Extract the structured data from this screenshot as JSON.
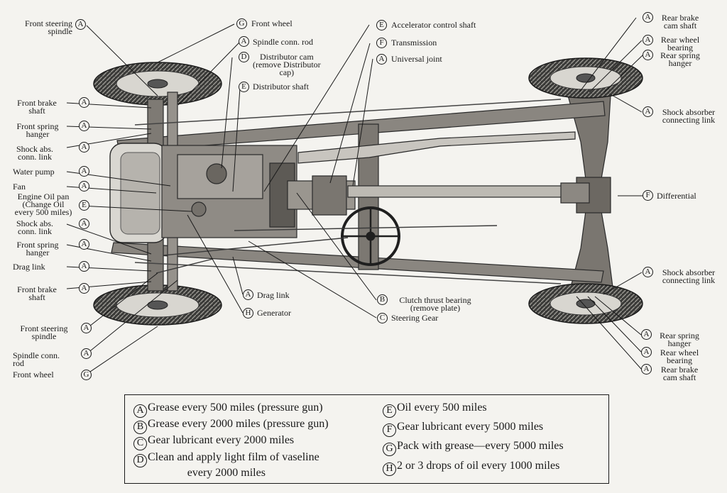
{
  "labels": {
    "front_steering_spindle_top": {
      "text": "Front steering\nspindle",
      "code": "A"
    },
    "front_wheel_top": {
      "text": "Front wheel",
      "code": "G"
    },
    "spindle_conn_rod_top": {
      "text": "Spindle conn. rod",
      "code": "A"
    },
    "distributor_cam": {
      "text": "Distributor cam\n(remove Distributor\ncap)",
      "code": "D"
    },
    "distributor_shaft": {
      "text": "Distributor shaft",
      "code": "E"
    },
    "accelerator_control_shaft": {
      "text": "Accelerator control shaft",
      "code": "E"
    },
    "transmission": {
      "text": "Transmission",
      "code": "F"
    },
    "universal_joint": {
      "text": "Universal joint",
      "code": "A"
    },
    "rear_brake_cam_shaft_top": {
      "text": "Rear brake\ncam shaft",
      "code": "A"
    },
    "rear_wheel_bearing_top": {
      "text": "Rear wheel\nbearing",
      "code": "A"
    },
    "rear_spring_hanger_top": {
      "text": "Rear spring\nhanger",
      "code": "A"
    },
    "shock_absorber_link_top": {
      "text": "Shock absorber\nconnecting link",
      "code": "A"
    },
    "differential": {
      "text": "Differential",
      "code": "F"
    },
    "shock_absorber_link_bottom": {
      "text": "Shock absorber\nconnecting link",
      "code": "A"
    },
    "rear_spring_hanger_bottom": {
      "text": "Rear spring\nhanger",
      "code": "A"
    },
    "rear_wheel_bearing_bottom": {
      "text": "Rear wheel\nbearing",
      "code": "A"
    },
    "rear_brake_cam_shaft_bottom": {
      "text": "Rear brake\ncam shaft",
      "code": "A"
    },
    "front_brake_shaft_top": {
      "text": "Front brake\nshaft",
      "code": "A"
    },
    "front_spring_hanger_top": {
      "text": "Front spring\nhanger",
      "code": "A"
    },
    "shock_abs_conn_link_top": {
      "text": "Shock abs.\nconn. link",
      "code": "A"
    },
    "water_pump": {
      "text": "Water pump",
      "code": "A"
    },
    "fan": {
      "text": "Fan",
      "code": "A"
    },
    "engine_oil_pan": {
      "text": "Engine Oil pan\n(Change Oil\nevery 500 miles)",
      "code": "E"
    },
    "shock_abs_conn_link_bottom": {
      "text": "Shock abs.\nconn. link",
      "code": "A"
    },
    "front_spring_hanger_bottom": {
      "text": "Front spring\nhanger",
      "code": "A"
    },
    "drag_link_left": {
      "text": "Drag link",
      "code": "A"
    },
    "front_brake_shaft_bottom": {
      "text": "Front brake\nshaft",
      "code": "A"
    },
    "front_steering_spindle_bottom": {
      "text": "Front steering\nspindle",
      "code": "A"
    },
    "spindle_conn_rod_bottom": {
      "text": "Spindle conn.\nrod",
      "code": "A"
    },
    "front_wheel_bottom": {
      "text": "Front wheel",
      "code": "G"
    },
    "drag_link_center": {
      "text": "Drag link",
      "code": "A"
    },
    "generator": {
      "text": "Generator",
      "code": "H"
    },
    "clutch_thrust_bearing": {
      "text": "Clutch thrust bearing\n(remove plate)",
      "code": "B"
    },
    "steering_gear": {
      "text": "Steering Gear",
      "code": "C"
    }
  },
  "legend": [
    {
      "code": "A",
      "text": "Grease every 500 miles (pressure gun)"
    },
    {
      "code": "B",
      "text": "Grease every 2000 miles (pressure gun)"
    },
    {
      "code": "C",
      "text": "Gear lubricant every 2000 miles"
    },
    {
      "code": "D",
      "text": "Clean and apply light film of vaseline",
      "text2": "every 2000 miles"
    },
    {
      "code": "E",
      "text": "Oil every 500 miles"
    },
    {
      "code": "F",
      "text": "Gear lubricant every 5000 miles"
    },
    {
      "code": "G",
      "text": "Pack with grease—every 5000 miles"
    },
    {
      "code": "H",
      "text": "2 or 3 drops of oil every 1000 miles"
    }
  ]
}
